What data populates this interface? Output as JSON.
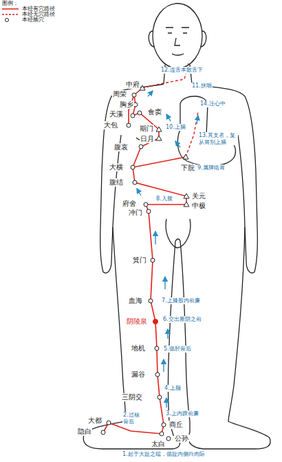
{
  "diagram": {
    "labels": [
      "图例：",
      "12.连舌本散舌下",
      "11.挟咽",
      "中府",
      "周荣",
      "胸乡",
      "天溪",
      "食窦",
      "14.注心中",
      "大包",
      "期门",
      "10.上膈",
      "日月",
      "13.其支者，复 从胃别上膈",
      "腹哀",
      "下脘",
      "9.属脾络胃",
      "大横",
      "腹结",
      "关元",
      "8.入腹",
      "中极",
      "府舍",
      "冲门",
      "箕门",
      "血海",
      "7.上膝股内前廉",
      "阴陵泉",
      "6.交出厥阴之前",
      "地机",
      "5.循胫骨后",
      "漏谷",
      "4.上腨",
      "三阴交",
      "3.上内踝前廉",
      "大都",
      "2.过核骨后",
      "隐白",
      "商丘",
      "太白",
      "公孙",
      "1.起于大趾之端，循趾内侧白肉际"
    ],
    "legend": [
      {
        "text": "本经有穴路径"
      },
      {
        "text": "本经无穴路径"
      },
      {
        "text": "本经腧穴"
      }
    ]
  }
}
